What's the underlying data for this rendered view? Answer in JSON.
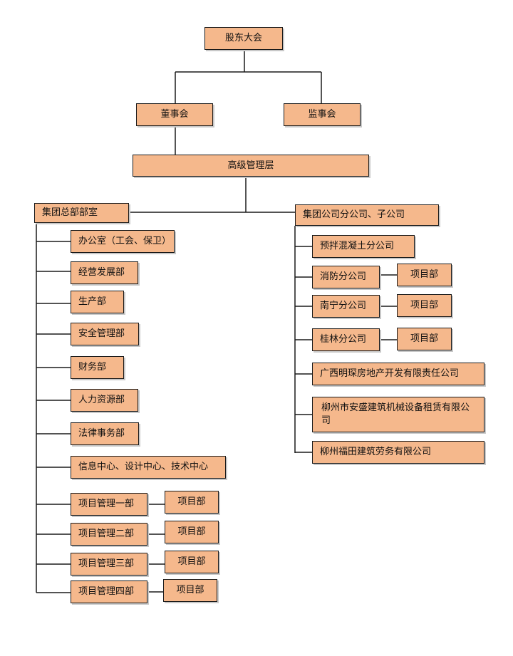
{
  "diagram": {
    "shareholders": "股东大会",
    "board": "董事会",
    "supervisory": "监事会",
    "management": "高级管理层",
    "hq": {
      "title": "集团总部部室",
      "departments": [
        "办公室（工会、保卫）",
        "经营发展部",
        "生产部",
        "安全管理部",
        "财务部",
        "人力资源部",
        "法律事务部",
        "信息中心、设计中心、技术中心",
        "项目管理一部",
        "项目管理二部",
        "项目管理三部",
        "项目管理四部"
      ],
      "project_unit": "项目部"
    },
    "branches": {
      "title": "集团公司分公司、子公司",
      "items": [
        "预拌混凝土分公司",
        "消防分公司",
        "南宁分公司",
        "桂林分公司",
        "广西明琛房地产开发有限责任公司",
        "柳州市安盛建筑机械设备租赁有限公司",
        "柳州福田建筑劳务有限公司"
      ],
      "project_unit": "项目部"
    }
  },
  "colors": {
    "node_fill": "#f5b88c",
    "line": "#1a1a1a"
  }
}
